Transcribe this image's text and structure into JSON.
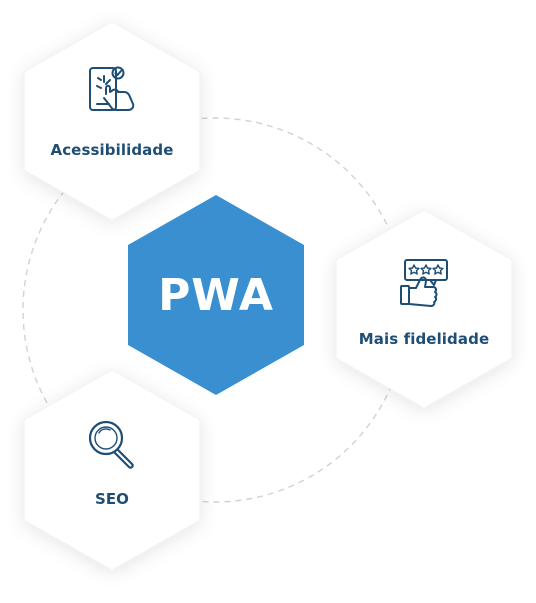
{
  "center": {
    "title": "PWA"
  },
  "features": {
    "accessibility": {
      "label": "Acessibilidade",
      "icon": "touchscreen-hand-icon"
    },
    "loyalty": {
      "label": "Mais fidelidade",
      "icon": "thumbs-up-rating-icon"
    },
    "seo": {
      "label": "SEO",
      "icon": "magnifier-icon"
    }
  },
  "colors": {
    "accent": "#3a8fd1",
    "text": "#1f4e74",
    "card": "#ffffff",
    "connector": "#d2d2d2"
  }
}
